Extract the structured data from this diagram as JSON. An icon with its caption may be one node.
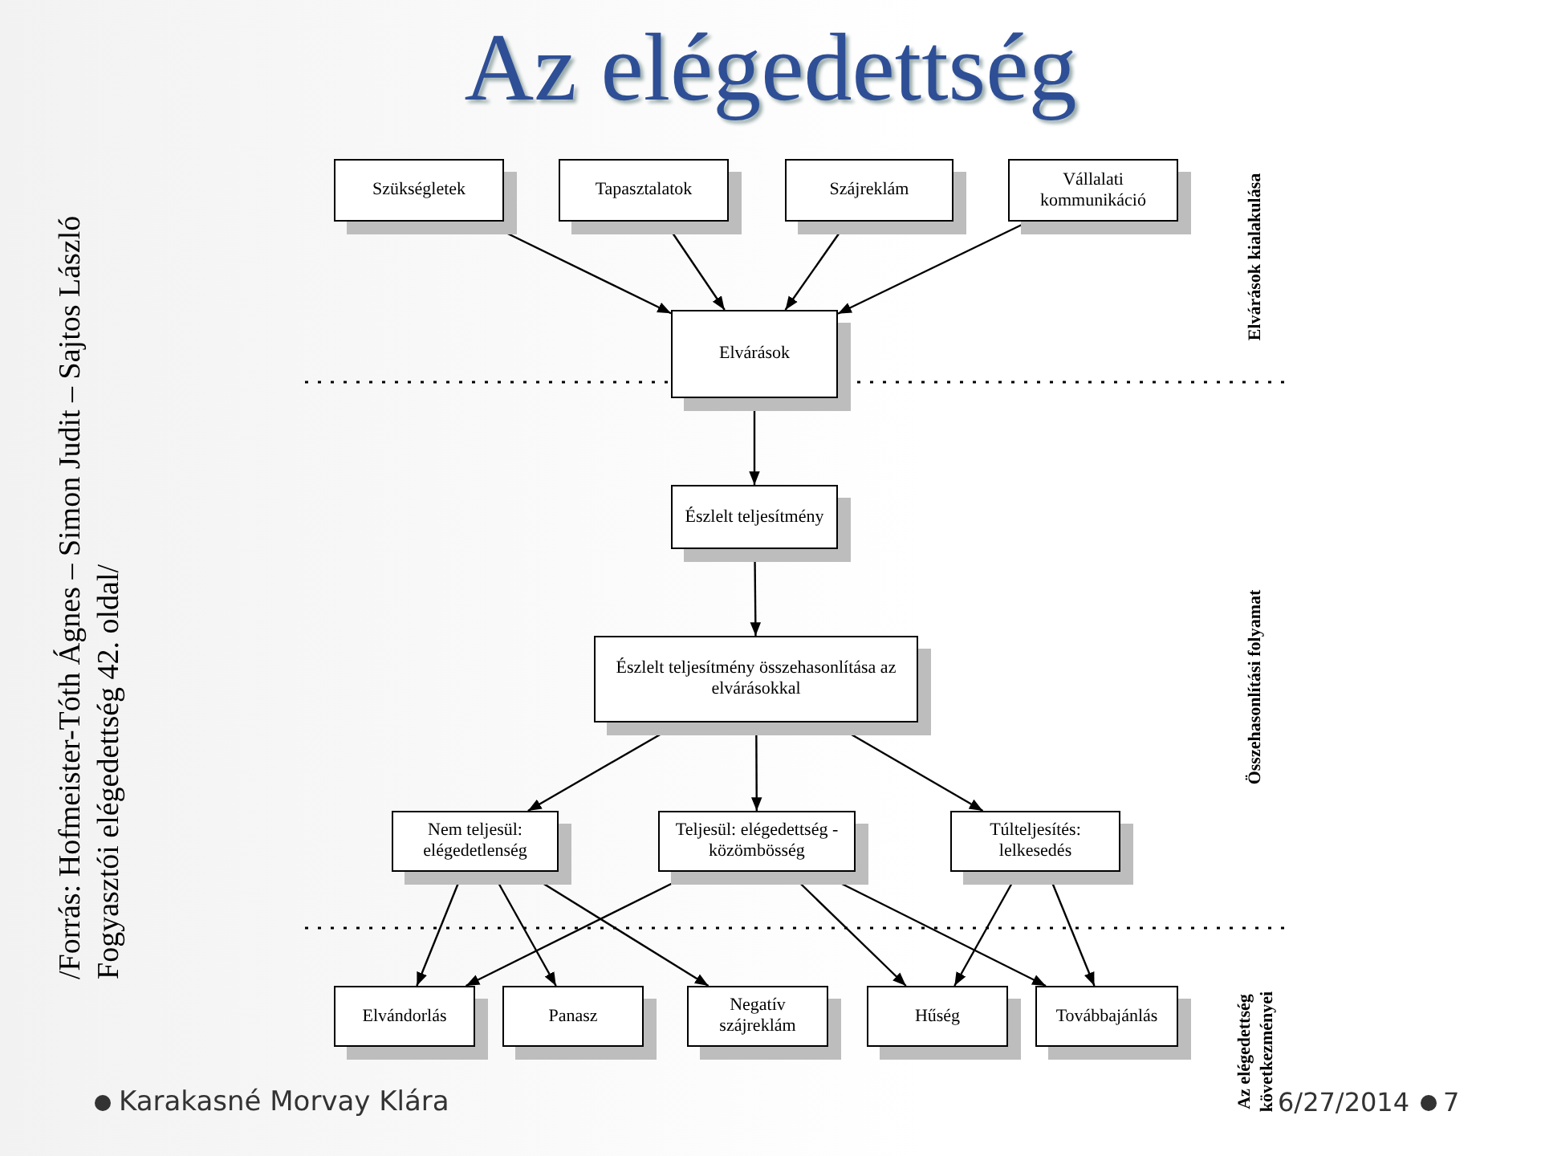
{
  "diagram": {
    "title": "Az elégedettség",
    "nodes": [
      {
        "text": [
          "Szükségletek"
        ]
      },
      {
        "text": [
          "Tapasztalatok"
        ]
      },
      {
        "text": [
          "Szájreklám"
        ]
      },
      {
        "text": [
          "Vállalati kommunikáció"
        ]
      },
      {
        "text": [
          "Elvárások"
        ]
      },
      {
        "text": [
          "Észlelt teljesítmény"
        ]
      },
      {
        "text": [
          "Észlelt teljesítmény összehasonlítása az elvárásokkal"
        ]
      },
      {
        "text": [
          "Nem teljesül: elégedetlenség"
        ]
      },
      {
        "text": [
          "Teljesül: elégedettség - közömbösség"
        ]
      },
      {
        "text": [
          "Túlteljesítés: lelkesedés"
        ]
      },
      {
        "text": [
          "Elvándorlás"
        ]
      },
      {
        "text": [
          "Panasz"
        ]
      },
      {
        "text": [
          "Negatív szájreklám"
        ]
      },
      {
        "text": [
          "Hűség"
        ]
      },
      {
        "text": [
          "Továbbajánlás"
        ]
      }
    ],
    "edges": [
      {
        "from": 0,
        "to": 4,
        "arrow": "to"
      },
      {
        "from": 1,
        "to": 4,
        "arrow": "to"
      },
      {
        "from": 2,
        "to": 4,
        "arrow": "to"
      },
      {
        "from": 3,
        "to": 4,
        "arrow": "to"
      },
      {
        "from": 4,
        "to": 5,
        "arrow": "to"
      },
      {
        "from": 5,
        "to": 6,
        "arrow": "to"
      },
      {
        "from": 6,
        "to": 7,
        "arrow": "to"
      },
      {
        "from": 6,
        "to": 8,
        "arrow": "to"
      },
      {
        "from": 6,
        "to": 9,
        "arrow": "to"
      },
      {
        "from": 7,
        "to": 10,
        "arrow": "to"
      },
      {
        "from": 7,
        "to": 11,
        "arrow": "to"
      },
      {
        "from": 7,
        "to": 12,
        "arrow": "to"
      },
      {
        "from": 8,
        "to": 10,
        "arrow": "to"
      },
      {
        "from": 8,
        "to": 13,
        "arrow": "to"
      },
      {
        "from": 8,
        "to": 14,
        "arrow": "to"
      },
      {
        "from": 9,
        "to": 13,
        "arrow": "to"
      },
      {
        "from": 9,
        "to": 14,
        "arrow": "to"
      }
    ],
    "labels": [
      "/Forrás: Hofmeister-Tóth Ágnes – Simon Judit – Sajtos László Fogyasztói elégedettség 42. oldal/",
      "Elvárások kialakulása",
      "Összehasonlítási folyamat",
      "Az elégedettség következményei",
      "Karakasné Morvay Klára",
      "6/27/2014",
      "7"
    ]
  }
}
